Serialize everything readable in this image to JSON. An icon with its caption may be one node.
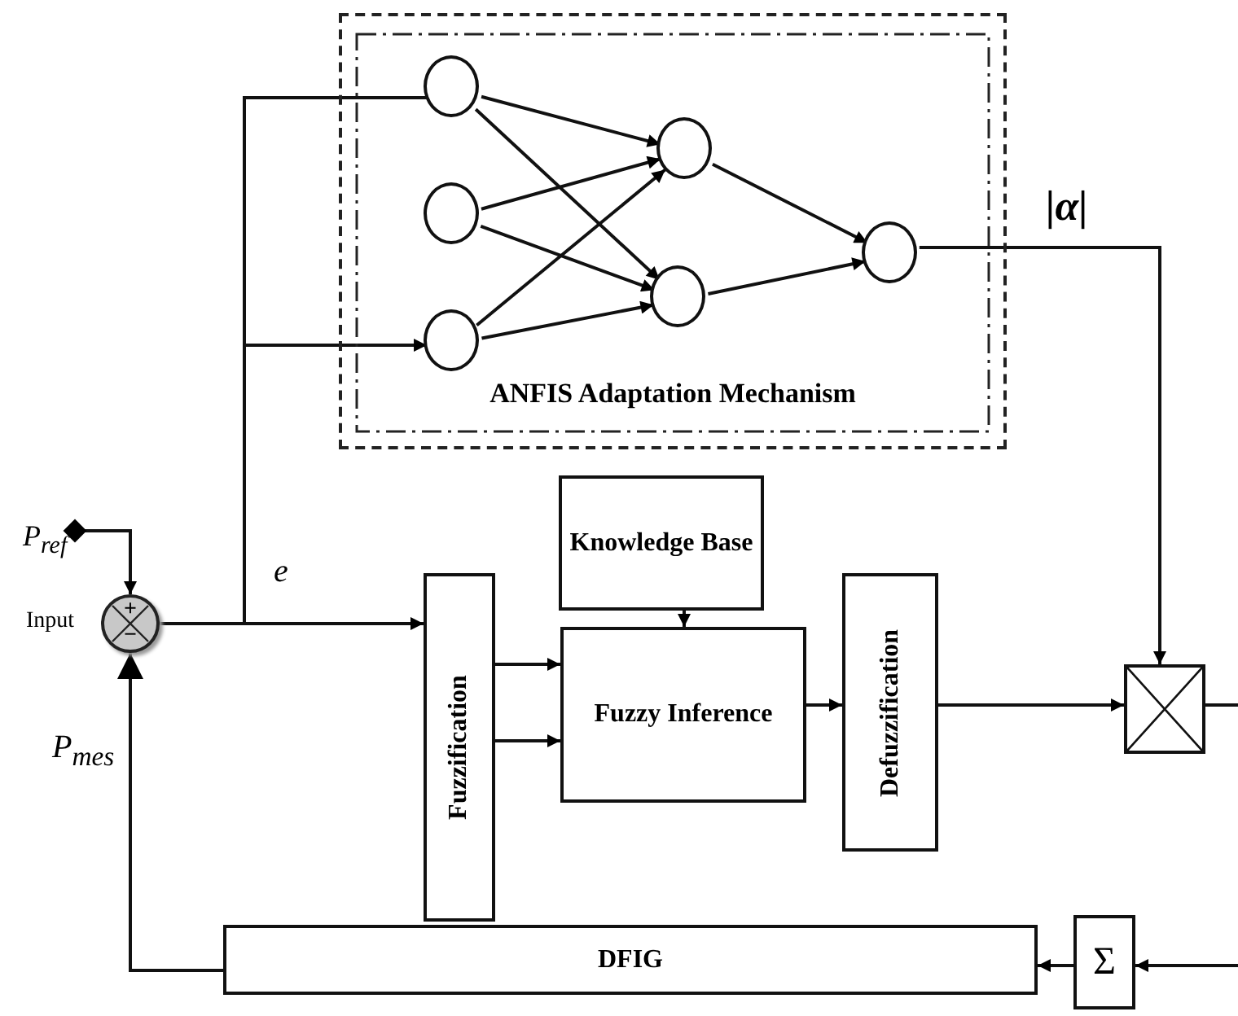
{
  "diagram": {
    "nodes": [
      {
        "text": [],
        "shape": "box"
      },
      {
        "text": [
          "ANFIS Adaptation Mechanism"
        ],
        "in": 0
      },
      {
        "text": [],
        "shape": "circle",
        "in": 1
      },
      {
        "text": [],
        "shape": "circle",
        "in": 1
      },
      {
        "text": [],
        "shape": "circle",
        "in": 1
      },
      {
        "text": [],
        "shape": "circle",
        "in": 1
      },
      {
        "text": [],
        "shape": "circle",
        "in": 1
      },
      {
        "text": [],
        "shape": "circle",
        "in": 1
      },
      {
        "text": [
          "+",
          "−"
        ],
        "beside": [
          "Input"
        ]
      },
      {
        "text": [],
        "shape": "diamond",
        "beside": [
          "P$_{ref}$"
        ]
      },
      {
        "text": [
          "Knowledge Base"
        ]
      },
      {
        "text": [
          "Fuzzification"
        ]
      },
      {
        "text": [
          "Fuzzy Inference"
        ]
      },
      {
        "text": [
          "Defuzzification"
        ]
      },
      {
        "text": [],
        "shape": "box"
      },
      {
        "text": [
          "DFIG"
        ]
      },
      {
        "text": [
          "Σ"
        ]
      }
    ],
    "edges": [
      {
        "from": 9,
        "to": 8,
        "arrow": "to"
      },
      {
        "from": 8,
        "to": 11,
        "arrow": "to",
        "label": "e"
      },
      {
        "from": 8,
        "to": 2,
        "arrow": "none"
      },
      {
        "from": 8,
        "to": 4,
        "arrow": "to"
      },
      {
        "from": 2,
        "to": 5,
        "arrow": "to"
      },
      {
        "from": 2,
        "to": 6,
        "arrow": "to"
      },
      {
        "from": 3,
        "to": 5,
        "arrow": "to"
      },
      {
        "from": 3,
        "to": 6,
        "arrow": "to"
      },
      {
        "from": 4,
        "to": 5,
        "arrow": "to"
      },
      {
        "from": 4,
        "to": 6,
        "arrow": "to"
      },
      {
        "from": 5,
        "to": 7,
        "arrow": "to"
      },
      {
        "from": 6,
        "to": 7,
        "arrow": "to"
      },
      {
        "from": 7,
        "to": 14,
        "arrow": "to",
        "label": "|α|"
      },
      {
        "from": 10,
        "to": 12,
        "arrow": "to"
      },
      {
        "from": 11,
        "to": 12,
        "arrow": "to"
      },
      {
        "from": 11,
        "to": 12,
        "arrow": "to"
      },
      {
        "from": 12,
        "to": 13,
        "arrow": "to"
      },
      {
        "from": 13,
        "to": 14,
        "arrow": "to"
      },
      {
        "from": 14,
        "to": null,
        "arrow": "none"
      },
      {
        "from": null,
        "to": 16,
        "arrow": "to"
      },
      {
        "from": 16,
        "to": 15,
        "arrow": "to"
      },
      {
        "from": 15,
        "to": 8,
        "arrow": "to",
        "label": "P$_{mes}$"
      }
    ]
  }
}
